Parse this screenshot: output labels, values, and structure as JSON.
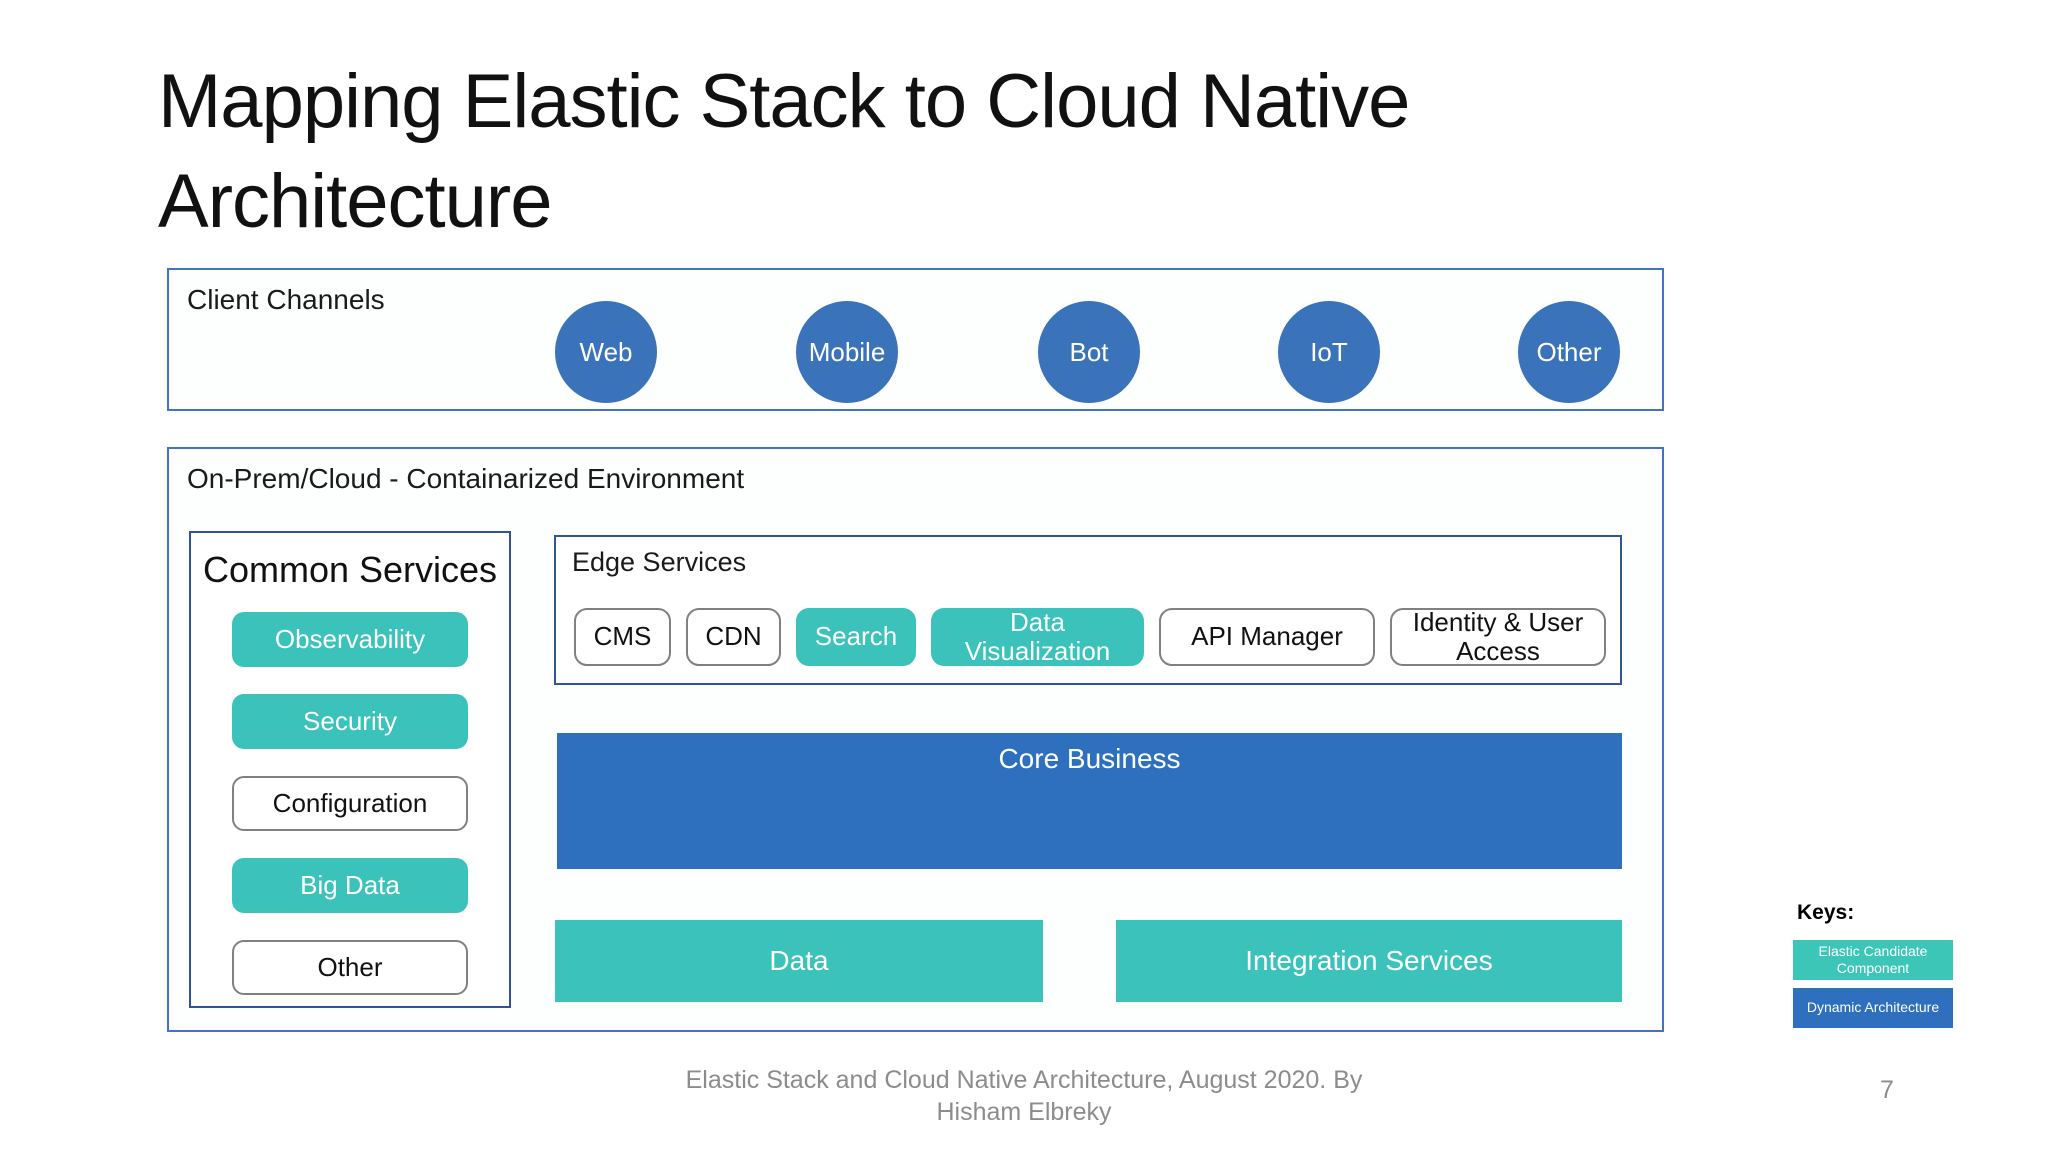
{
  "slide": {
    "title": "Mapping Elastic Stack to Cloud Native Architecture"
  },
  "client_channels": {
    "label": "Client Channels",
    "channels": [
      "Web",
      "Mobile",
      "Bot",
      "IoT",
      "Other"
    ]
  },
  "environment": {
    "label": "On-Prem/Cloud - Containarized Environment",
    "common_services": {
      "title": "Common Services",
      "items": [
        {
          "label": "Observability",
          "type": "elastic-candidate"
        },
        {
          "label": "Security",
          "type": "elastic-candidate"
        },
        {
          "label": "Configuration",
          "type": "dynamic"
        },
        {
          "label": "Big Data",
          "type": "elastic-candidate"
        },
        {
          "label": "Other",
          "type": "dynamic"
        }
      ]
    },
    "edge_services": {
      "title": "Edge Services",
      "items": [
        {
          "label": "CMS",
          "type": "dynamic"
        },
        {
          "label": "CDN",
          "type": "dynamic"
        },
        {
          "label": "Search",
          "type": "elastic-candidate"
        },
        {
          "label": "Data Visualization",
          "type": "elastic-candidate"
        },
        {
          "label": "API Manager",
          "type": "dynamic"
        },
        {
          "label": "Identity & User Access",
          "type": "dynamic"
        }
      ]
    },
    "core_business_label": "Core Business",
    "data_label": "Data",
    "integration_services_label": "Integration Services"
  },
  "keys": {
    "title": "Keys:",
    "items": [
      {
        "label": "Elastic Candidate Component",
        "color": "#3cc6b8"
      },
      {
        "label": "Dynamic Architecture",
        "color": "#2e70bd"
      }
    ]
  },
  "footer": {
    "citation_line1": "Elastic Stack and Cloud Native Architecture, August 2020. By",
    "citation_line2": "Hisham Elbreky",
    "page_number": "7"
  },
  "colors": {
    "elastic_candidate_teal": "#3ac2bb",
    "dynamic_architecture_blue": "#2e70bd",
    "channel_circle_blue": "#3a73b9",
    "outer_panel_border": "#4472c4",
    "inner_panel_border": "#2f5597",
    "footer_gray": "#8c8c8c"
  }
}
